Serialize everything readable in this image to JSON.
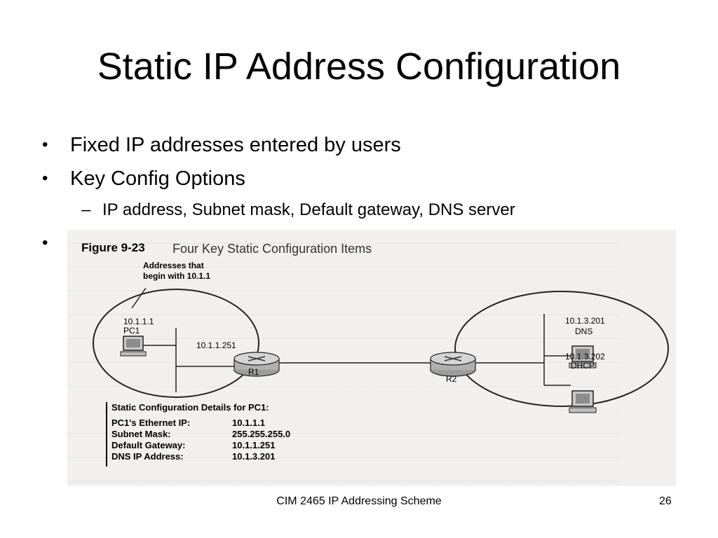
{
  "slide": {
    "title": "Static IP Address Configuration",
    "bullets": [
      "Fixed IP addresses entered by users",
      "Key Config Options"
    ],
    "sub_bullet": "IP address, Subnet mask, Default gateway, DNS server",
    "bullet_marker": "•",
    "dash_marker": "–",
    "footer": "CIM 2465 IP Addressing Scheme",
    "page_number": "26"
  },
  "figure": {
    "number": "Figure 9-23",
    "caption": "Four Key Static Configuration Items",
    "callout_line1": "Addresses that",
    "callout_line2": "begin with 10.1.1",
    "pc1_ip": "10.1.1.1",
    "pc1_name": "PC1",
    "r1_ip": "10.1.1.251",
    "r1_name": "R1",
    "r2_name": "R2",
    "dns_ip": "10.1.3.201",
    "dns_name": "DNS",
    "dhcp_ip": "10.1.3.202",
    "dhcp_name": "DHCP",
    "details": {
      "heading": "Static Configuration Details for PC1:",
      "rows": [
        {
          "key": "PC1's Ethernet IP:",
          "value": "10.1.1.1"
        },
        {
          "key": "Subnet Mask:",
          "value": "255.255.255.0"
        },
        {
          "key": "Default Gateway:",
          "value": "10.1.1.251"
        },
        {
          "key": "DNS IP Address:",
          "value": "10.1.3.201"
        }
      ]
    }
  }
}
